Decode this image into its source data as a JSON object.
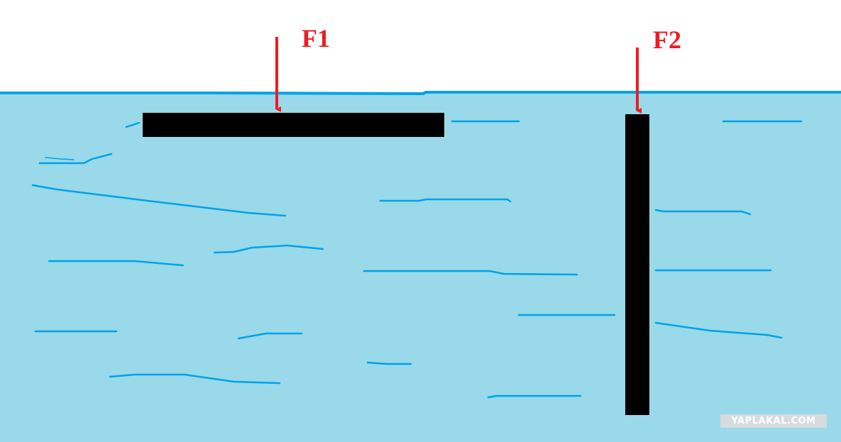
{
  "colors": {
    "sky": "#ffffff",
    "water": "#99d9ea",
    "water_line": "#00a2e8",
    "ripple": "#00a2e8",
    "body": "#000000",
    "force": "#ed1c24"
  },
  "forces": [
    {
      "label": "F1",
      "target": "horizontal-plank"
    },
    {
      "label": "F2",
      "target": "vertical-plank"
    }
  ],
  "watermark": "YAPLAKAL.COM"
}
